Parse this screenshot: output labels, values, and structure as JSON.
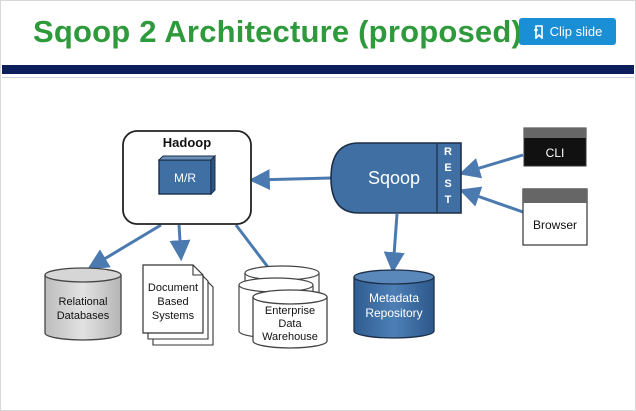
{
  "slide": {
    "title": "Sqoop 2 Architecture (proposed)",
    "clip_button_label": "Clip slide"
  },
  "diagram": {
    "hadoop": {
      "title": "Hadoop",
      "inner": "M/R"
    },
    "sqoop": {
      "label": "Sqoop",
      "rest_letters": [
        "R",
        "E",
        "S",
        "T"
      ]
    },
    "clients": {
      "cli": "CLI",
      "browser": "Browser"
    },
    "stores": {
      "relational": [
        "Relational",
        "Databases"
      ],
      "document": [
        "Document",
        "Based",
        "Systems"
      ],
      "warehouse": [
        "Enterprise",
        "Data",
        "Warehouse"
      ],
      "metadata": [
        "Metadata",
        "Repository"
      ]
    }
  },
  "colors": {
    "title_green": "#2f9a3c",
    "title_bar_navy": "#0c1f5c",
    "clip_button_blue": "#1a8fd6",
    "node_blue": "#3f6fa3",
    "arrow_blue": "#4a7ab0"
  },
  "icons": {
    "clip": "clip-icon"
  }
}
